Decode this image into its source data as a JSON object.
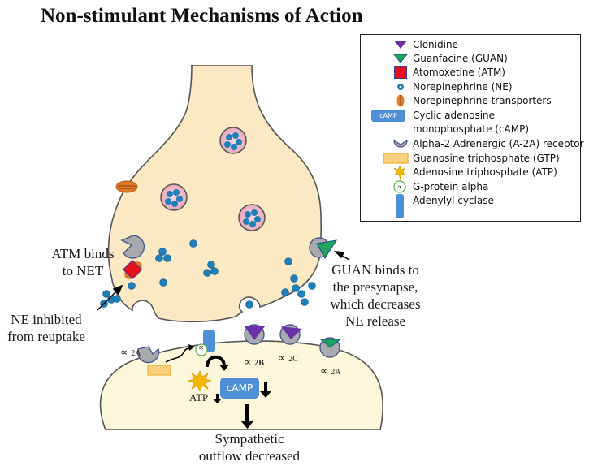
{
  "title": "Non-stimulant Mechanisms of Action",
  "colors": {
    "neuron_fill": "#fbe9c4",
    "postsynaptic_fill": "#fdf7dc",
    "clonidine": "#6b2fa8",
    "guanfacine": "#20a35a",
    "atomoxetine": "#e8101a",
    "norepinephrine": "#1f7fb8",
    "transporter": "#e07a2a",
    "camp": "#4f8fd6",
    "receptor": "#a9a9b0",
    "gtp": "#f9cf80",
    "atp": "#f4b800",
    "adenylyl_cyclase": "#4f8fd6"
  },
  "legend": {
    "items": [
      {
        "icon": "clonidine-triangle-icon",
        "label": "Clonidine"
      },
      {
        "icon": "guanfacine-triangle-icon",
        "label": "Guanfacine (GUAN)"
      },
      {
        "icon": "atomoxetine-square-icon",
        "label": "Atomoxetine (ATM)"
      },
      {
        "icon": "norepinephrine-dot-icon",
        "label": "Norepinephrine (NE)"
      },
      {
        "icon": "transporter-oval-icon",
        "label": "Norepinephrine transporters"
      },
      {
        "icon": "camp-box-icon",
        "icon_text": "cAMP",
        "label": "Cyclic adenosine",
        "label2": "monophosphate (cAMP)"
      },
      {
        "icon": "receptor-pacman-icon",
        "label": "Alpha-2 Adrenergic (A-2A) receptor"
      },
      {
        "icon": "gtp-rect-icon",
        "label": "Guanosine triphosphate (GTP)"
      },
      {
        "icon": "atp-burst-icon",
        "label": "Adenosine triphosphate (ATP)"
      },
      {
        "icon": "g-protein-alpha-icon",
        "icon_text": "∝",
        "label": "G-protein alpha"
      },
      {
        "icon": "adenylyl-cyclase-icon",
        "label": "Adenylyl cyclase"
      }
    ]
  },
  "annotations": {
    "atm": [
      "ATM binds",
      "to NET"
    ],
    "ne_inhibited": [
      "NE inhibited",
      "from reuptake"
    ],
    "guan": [
      "GUAN binds to",
      "the presynapse,",
      "which decreases",
      "NE release"
    ],
    "outflow": [
      "Sympathetic",
      "outflow decreased"
    ]
  },
  "receptor_labels": [
    {
      "symbol": "∝",
      "sub": "2A"
    },
    {
      "symbol": "∝",
      "sub": "2B"
    },
    {
      "symbol": "∝",
      "sub": "2C"
    },
    {
      "symbol": "∝",
      "sub": "2A"
    }
  ],
  "postsynaptic": {
    "camp_label": "cAMP",
    "atp_label": "ATP",
    "g_alpha_symbol": "∝"
  }
}
